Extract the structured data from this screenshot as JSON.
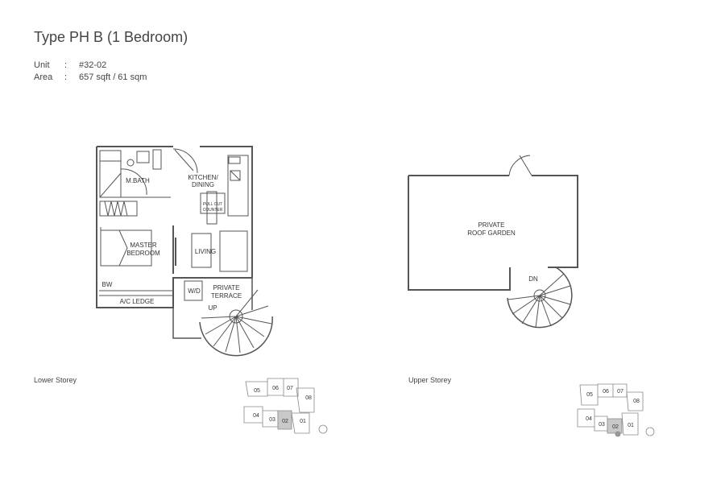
{
  "title": "Type PH B (1 Bedroom)",
  "unit": {
    "label": "Unit",
    "sep": ":",
    "value": "#32-02"
  },
  "area": {
    "label": "Area",
    "sep": ":",
    "value": "657 sqft / 61 sqm"
  },
  "lower": {
    "caption": "Lower Storey",
    "rooms": {
      "mbath": "M.BATH",
      "kitchen1": "KITCHEN/",
      "kitchen2": "DINING",
      "counter1": "PULL OUT",
      "counter2": "COUNTER",
      "master1": "MASTER",
      "master2": "BEDROOM",
      "living": "LIVING",
      "bw": "BW",
      "wd": "W/D",
      "terrace1": "PRIVATE",
      "terrace2": "TERRACE",
      "ac": "A/C LEDGE",
      "up": "UP"
    }
  },
  "upper": {
    "caption": "Upper Storey",
    "rooms": {
      "garden1": "PRIVATE",
      "garden2": "ROOF GARDEN",
      "dn": "DN"
    }
  },
  "keyplan": {
    "units": [
      "05",
      "06",
      "07",
      "08",
      "04",
      "03",
      "02",
      "01"
    ],
    "highlight": "02",
    "highlight_color": "#c8c8c8"
  }
}
